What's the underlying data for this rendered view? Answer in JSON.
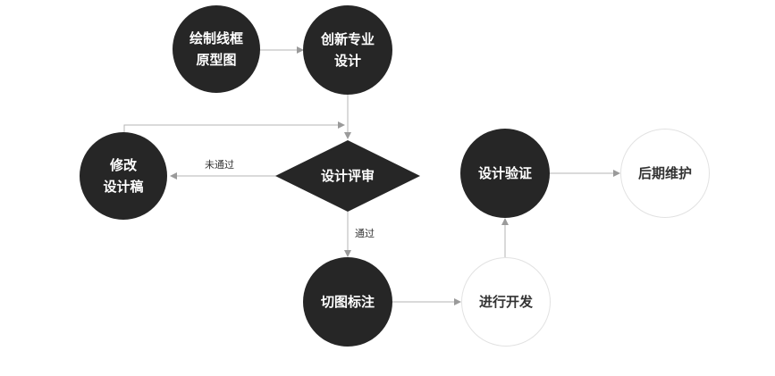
{
  "nodes": {
    "wireframe": "绘制线框\n原型图",
    "creative": "创新专业\n设计",
    "review": "设计评审",
    "revise": "修改\n设计稿",
    "slicing": "切图标注",
    "dev": "进行开发",
    "verify": "设计验证",
    "maintain": "后期维护"
  },
  "edges": {
    "fail_label": "未通过",
    "pass_label": "通过"
  },
  "colors": {
    "dark_node": "#262626",
    "light_node_border": "#e2e2e2",
    "line": "#b5b5b5"
  }
}
